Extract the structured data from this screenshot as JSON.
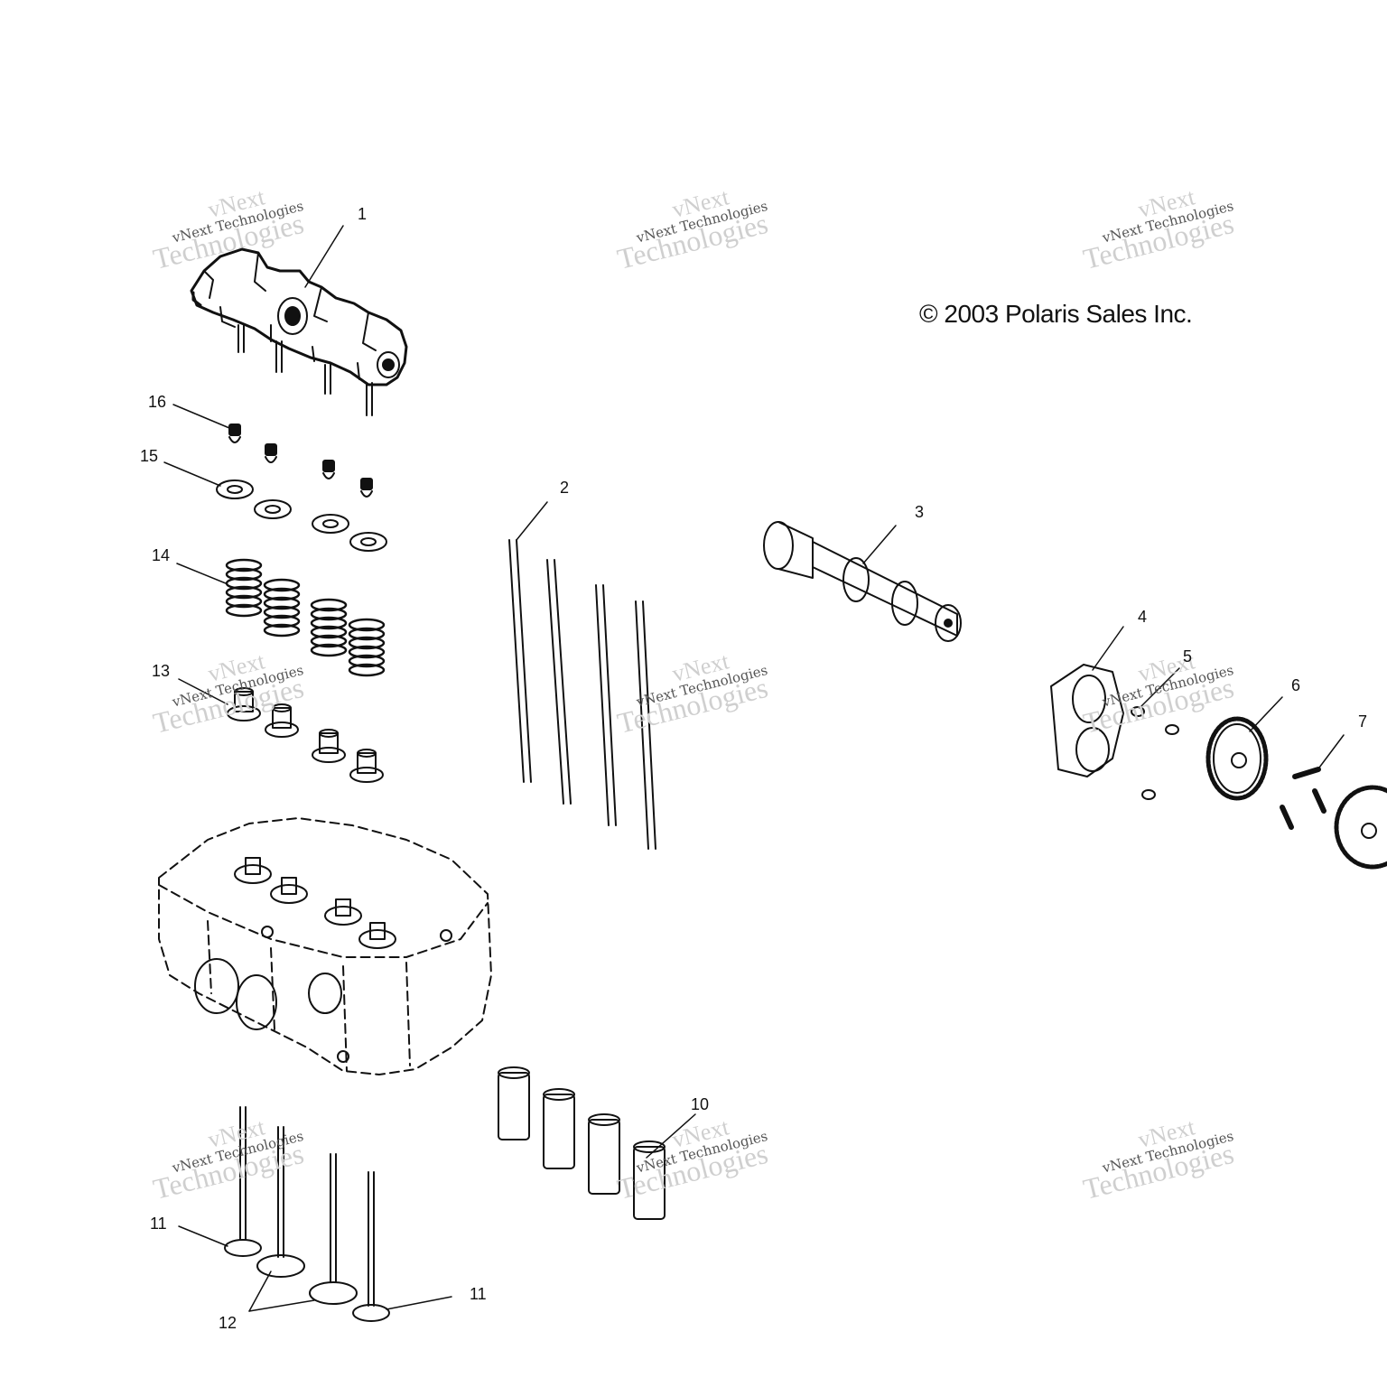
{
  "copyright": "© 2003 Polaris Sales Inc.",
  "watermark": {
    "line1": "vNext",
    "line2": "vNext Technologies",
    "line3": "Technologies"
  },
  "callouts": [
    {
      "num": "1",
      "part": "rocker-arm-assembly"
    },
    {
      "num": "2",
      "part": "push-rods"
    },
    {
      "num": "3",
      "part": "camshaft"
    },
    {
      "num": "4",
      "part": "cam-cover-plate"
    },
    {
      "num": "5",
      "part": "screws"
    },
    {
      "num": "6",
      "part": "cam-gear"
    },
    {
      "num": "7",
      "part": "dowel-pins"
    },
    {
      "num": "10",
      "part": "lifters"
    },
    {
      "num": "11",
      "part": "valves"
    },
    {
      "num": "11",
      "part": "valves"
    },
    {
      "num": "12",
      "part": "valves-pair"
    },
    {
      "num": "13",
      "part": "valve-stem-seals"
    },
    {
      "num": "14",
      "part": "valve-springs"
    },
    {
      "num": "15",
      "part": "spring-retainers"
    },
    {
      "num": "16",
      "part": "valve-keepers"
    }
  ],
  "colors": {
    "line": "#111111",
    "paper": "#ffffff",
    "watermark": "#cfcfcf"
  }
}
